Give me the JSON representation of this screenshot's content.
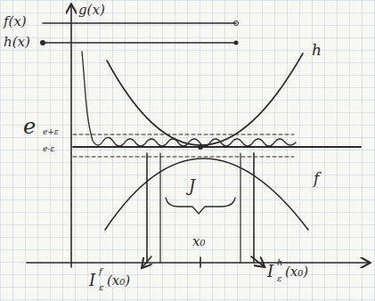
{
  "diagram": {
    "labels": [
      "g(x)",
      "f(x)",
      "h(x)",
      "h",
      "e",
      "e+ε",
      "e-ε",
      "f",
      "J",
      "x₀",
      "I",
      "f",
      "ε",
      "(x₀)",
      "I",
      "h",
      "ε",
      "(x₀)"
    ]
  }
}
